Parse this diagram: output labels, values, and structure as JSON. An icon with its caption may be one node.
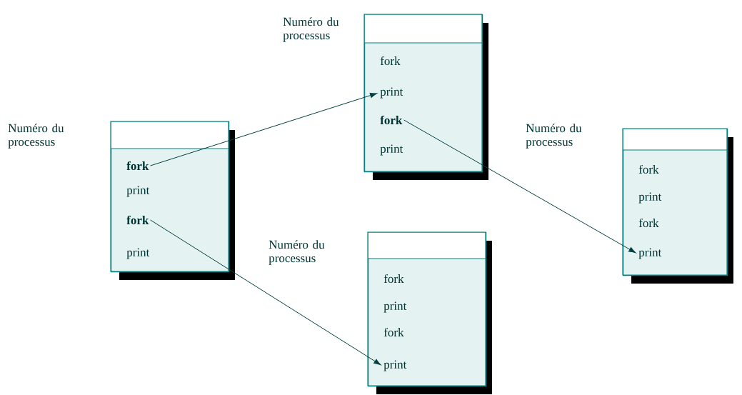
{
  "diagram": {
    "nodes": [
      {
        "text": [
          "Numéro du processus"
        ]
      },
      {
        "text": [
          "fork"
        ],
        "in": 0
      },
      {
        "text": [
          "print"
        ],
        "in": 0
      },
      {
        "text": [
          "fork"
        ],
        "in": 0
      },
      {
        "text": [
          "print"
        ],
        "in": 0
      },
      {
        "text": [
          "Numéro du processus"
        ]
      },
      {
        "text": [
          "fork"
        ],
        "in": 5
      },
      {
        "text": [
          "print"
        ],
        "in": 5
      },
      {
        "text": [
          "fork"
        ],
        "in": 5
      },
      {
        "text": [
          "print"
        ],
        "in": 5
      },
      {
        "text": [
          "Numéro du processus"
        ]
      },
      {
        "text": [
          "fork"
        ],
        "in": 10
      },
      {
        "text": [
          "print"
        ],
        "in": 10
      },
      {
        "text": [
          "fork"
        ],
        "in": 10
      },
      {
        "text": [
          "print"
        ],
        "in": 10
      },
      {
        "text": [
          "Numéro du processus"
        ]
      },
      {
        "text": [
          "fork"
        ],
        "in": 15
      },
      {
        "text": [
          "print"
        ],
        "in": 15
      },
      {
        "text": [
          "fork"
        ],
        "in": 15
      },
      {
        "text": [
          "print"
        ],
        "in": 15
      }
    ],
    "edges": [
      {
        "from": 1,
        "to": 7,
        "arrow": "to"
      },
      {
        "from": 3,
        "to": 14,
        "arrow": "to"
      },
      {
        "from": 8,
        "to": 19,
        "arrow": "to"
      }
    ]
  }
}
